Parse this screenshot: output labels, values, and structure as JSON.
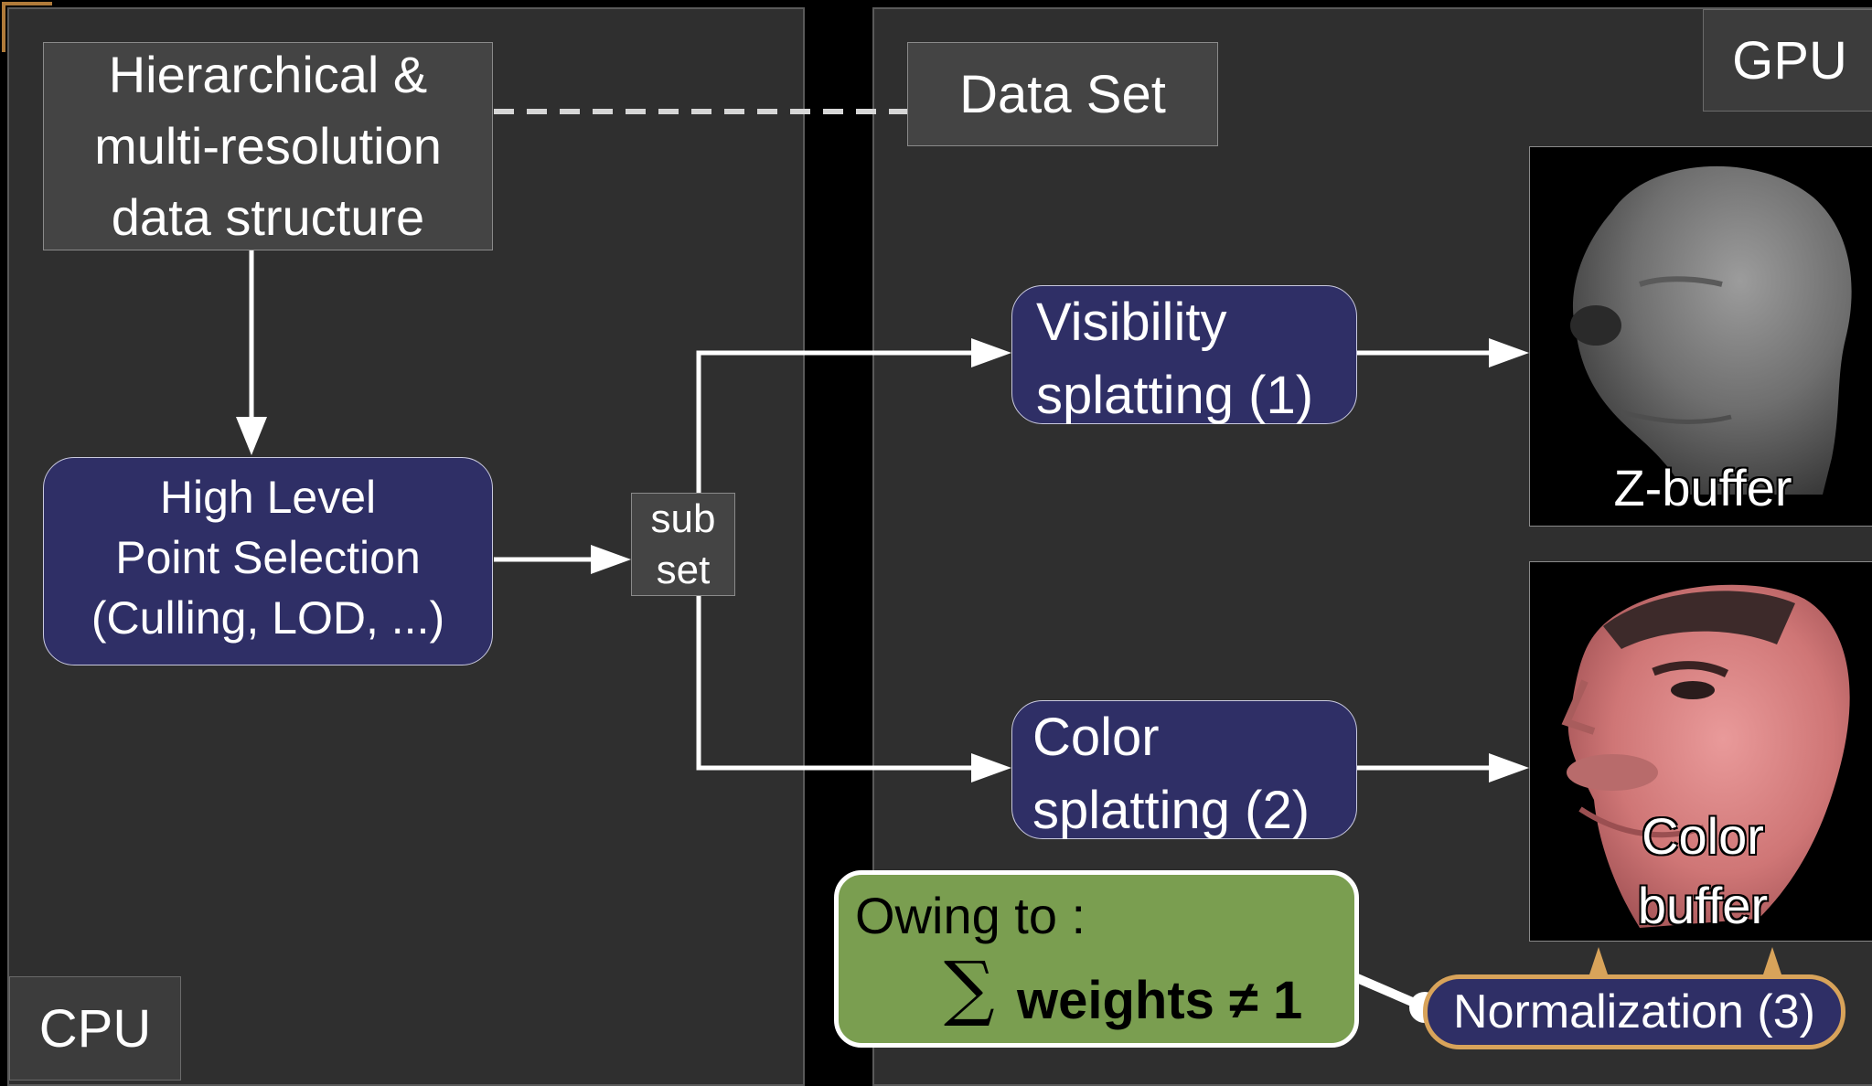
{
  "panels": {
    "cpu_label": "CPU",
    "gpu_label": "GPU"
  },
  "boxes": {
    "data_structure": "Hierarchical &\nmulti-resolution\ndata structure",
    "data_set": "Data Set",
    "point_selection": "High Level\nPoint Selection\n(Culling, LOD, ...)",
    "subset": "sub\nset",
    "visibility_splatting": "Visibility\nsplatting  (1)",
    "color_splatting": "Color\nsplatting  (2)",
    "normalization": "Normalization (3)"
  },
  "buffers": {
    "z_buffer": "Z-buffer",
    "color_buffer": "Color\nbuffer"
  },
  "note": {
    "line1": "Owing to :",
    "sum_symbol": "∑",
    "line2": "weights ≠ 1"
  },
  "colors": {
    "panel": "#2f2f2f",
    "gray_box": "#444444",
    "blue_box": "#2f2f66",
    "note_green": "#7a9e50",
    "normalization_border": "#d8a35a"
  }
}
